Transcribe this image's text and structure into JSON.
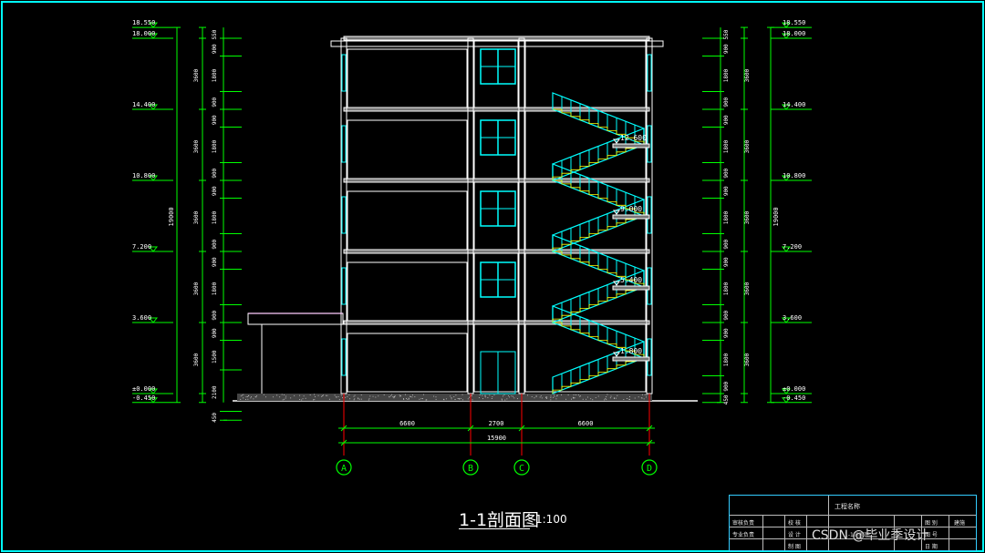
{
  "drawing": {
    "title": "1-1剖面图",
    "scale": "1:100",
    "colors": {
      "background": "#000000",
      "frame": "#00ffff",
      "dim": "#00ff00",
      "grid": "#ff0000",
      "wall": "#ffffff",
      "window": "#00ffff",
      "stair": "#00ffff",
      "stair_step": "#ffff00",
      "canopy": "#ff00ff"
    }
  },
  "elevations_left": [
    "18.550",
    "18.000",
    "14.400",
    "10.800",
    "7.200",
    "3.600",
    "±0.000",
    "-0.450"
  ],
  "elevations_right": [
    "18.550",
    "18.000",
    "14.400",
    "10.800",
    "7.200",
    "3.600",
    "±0.000",
    "-0.450"
  ],
  "dims_inner_left": [
    "550",
    "900",
    "1800",
    "900",
    "900",
    "1800",
    "900",
    "900",
    "1800",
    "900",
    "900",
    "1800",
    "900",
    "900",
    "1500",
    "2100",
    "450"
  ],
  "dims_floor_left": [
    "3600",
    "3600",
    "3600",
    "3600",
    "3600"
  ],
  "dims_inner_right": [
    "550",
    "900",
    "1800",
    "900",
    "900",
    "1800",
    "900",
    "900",
    "1800",
    "900",
    "900",
    "1800",
    "900",
    "900",
    "1800",
    "900",
    "450"
  ],
  "dims_floor_right": [
    "3600",
    "3600",
    "3600",
    "3600",
    "3600"
  ],
  "dim_total_height": "19000",
  "stair_landings": [
    "12.600",
    "9.000",
    "5.400",
    "1.800"
  ],
  "grid_labels": [
    "A",
    "B",
    "C",
    "D"
  ],
  "spans": [
    "6600",
    "2700",
    "6600"
  ],
  "span_total": "15900",
  "titleblock": {
    "project": "工程名称",
    "rows": [
      {
        "a": "审核负责",
        "b": "校 核"
      },
      {
        "a": "专业负责",
        "b": "设 计"
      },
      {
        "a": "",
        "b": "制 图"
      }
    ],
    "sheet": "1-1剖面图",
    "right_labels": [
      "图 别",
      "图 号",
      "日 期"
    ],
    "right_values": [
      "建施",
      "",
      ""
    ]
  },
  "watermark": "CSDN @毕业季设计"
}
